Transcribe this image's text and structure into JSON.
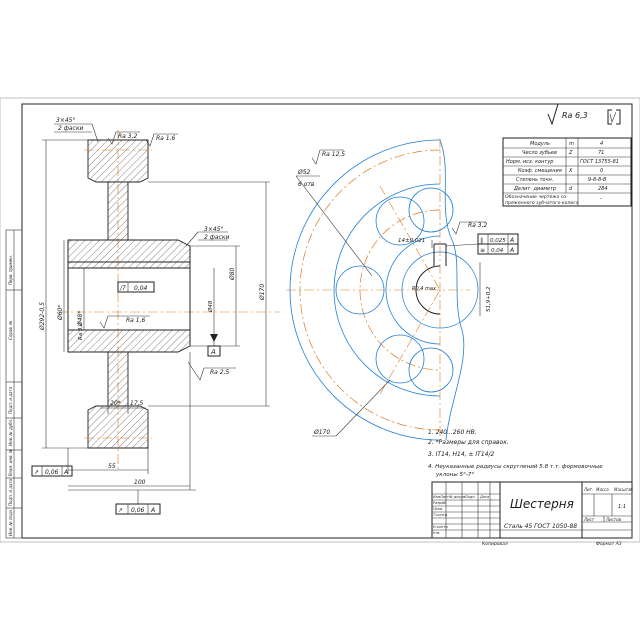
{
  "roughness": {
    "general": "Ra 6,3"
  },
  "params": [
    {
      "name": "Модуль",
      "sym": "m",
      "val": "4"
    },
    {
      "name": "Число зубьев",
      "sym": "Z",
      "val": "71"
    },
    {
      "name": "Норм. исх. контур",
      "sym": "",
      "val": "ГОСТ 13755-81"
    },
    {
      "name": "Коэф. смещения",
      "sym": "X",
      "val": "0"
    },
    {
      "name": "Степень точн.",
      "sym": "",
      "val": "9-8-8-В"
    },
    {
      "name": "Делит. диаметр",
      "sym": "d",
      "val": "284"
    }
  ],
  "params_note": [
    "Обозначение чертежа со-",
    "пряженного зубчатого колеса"
  ],
  "dims": {
    "chamfer1": "3×45°",
    "chamfer1b": "2 фаски",
    "chamfer2": "3×45°",
    "chamfer2b": "2 фаски",
    "ra32a": "Ra 3,2",
    "ra16a": "Ra 1,6",
    "ra16b": "Ra 1,6",
    "ra32b": "Ra 3,2",
    "ra25": "Ra 2,5",
    "ra125": "Ra 12,5",
    "dia292": "Ø292-0,5",
    "dia80": "Ø80",
    "dia60": "Ø60*",
    "dia48": "Ø48*",
    "dia48b": "Ø48",
    "dia170": "Ø170",
    "dia52": "Ø52",
    "holes": "6 отв",
    "w20": "20*",
    "w175": "17,5",
    "w55": "55",
    "w100": "100",
    "flat004": "0,04",
    "tol006a": "0,06",
    "tol006b": "0,06",
    "datumA": "A",
    "key14": "14±0,021",
    "r0": "R0,4 max",
    "h51": "51,9+0,2",
    "pos025": "0,025",
    "sym004": "0,04",
    "ra32c": "Ra 3,2"
  },
  "notes": [
    "1. 240...260 HB.",
    "2. *Размеры для справок.",
    "3. IT14, H14, ± IT14/2",
    "4. Неуказанные радиусы скруглений 5.8 т.т. формовочные",
    "уклоны 5°-7°"
  ],
  "title_block": {
    "title": "Шестерня",
    "material": "Сталь 45 ГОСТ 1050-88",
    "lit": "Лит.",
    "mass": "Масса",
    "scale": "Масштаб",
    "scale_val": "1:1",
    "sheet": "Лист",
    "sheets": "Листов",
    "rows": [
      "Изм",
      "Лист",
      "№ докум.",
      "Подп.",
      "Дата"
    ],
    "roles": [
      "Разраб.",
      "Пров.",
      "Т.контр.",
      "",
      "Н.контр.",
      "Утв."
    ],
    "copied": "Копировал",
    "format": "Формат А3"
  },
  "side_stamps": [
    "Перв. примен.",
    "Справ. №",
    "Подп. и дата",
    "Инв. № дубл.",
    "Взам. инв. №",
    "Подп. и дата",
    "Инв. № подл."
  ]
}
